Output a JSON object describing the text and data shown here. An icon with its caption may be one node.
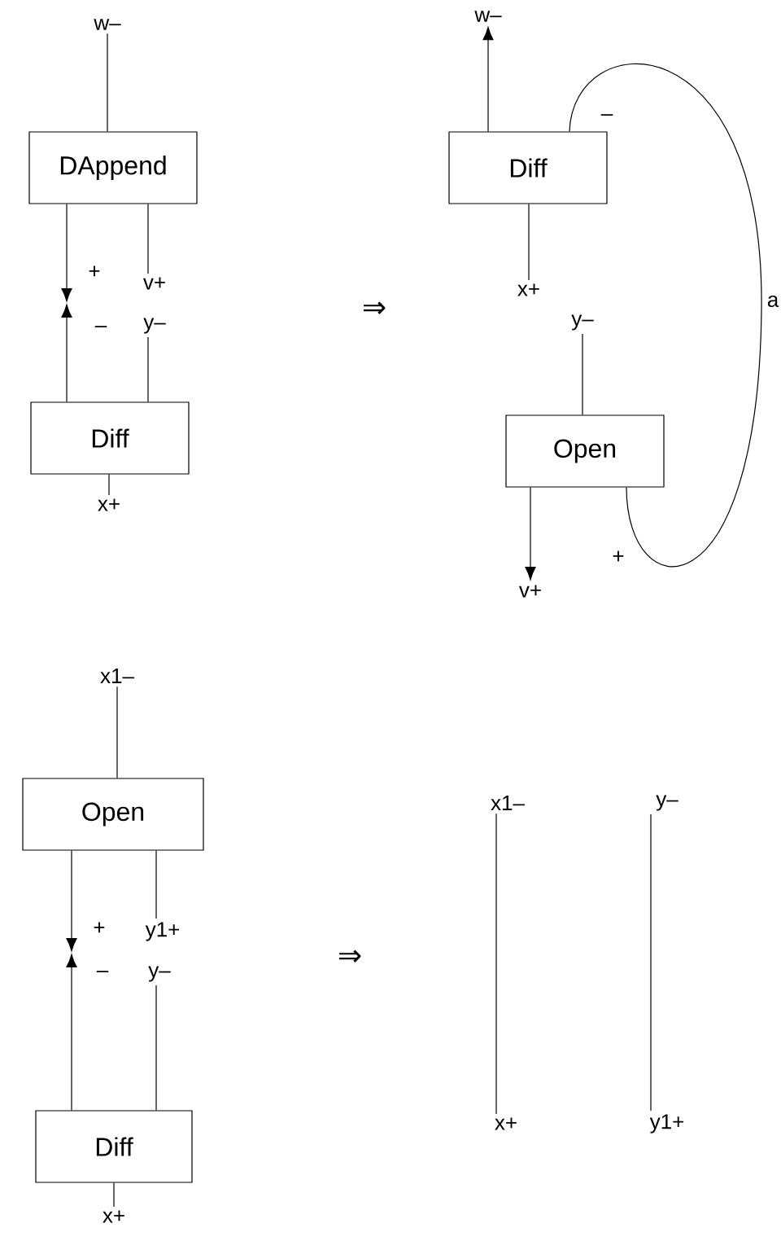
{
  "diagram": {
    "nodes": [
      {
        "text": [
          "w–"
        ]
      },
      {
        "text": [
          "DAppend"
        ]
      },
      {
        "text": [
          "v+"
        ]
      },
      {
        "text": [
          "y–"
        ]
      },
      {
        "text": [
          "Diff"
        ]
      },
      {
        "text": [
          "x+"
        ]
      },
      {
        "text": [
          "w–"
        ]
      },
      {
        "text": [
          "Diff"
        ]
      },
      {
        "text": [
          "x+"
        ]
      },
      {
        "text": [
          "y–"
        ]
      },
      {
        "text": [
          "Open"
        ]
      },
      {
        "text": [
          "v+"
        ]
      },
      {
        "text": [
          "x1–"
        ]
      },
      {
        "text": [
          "Open"
        ]
      },
      {
        "text": [
          "y1+"
        ]
      },
      {
        "text": [
          "y–"
        ]
      },
      {
        "text": [
          "Diff"
        ]
      },
      {
        "text": [
          "x+"
        ]
      },
      {
        "text": [
          "x1–"
        ]
      },
      {
        "text": [
          "y–"
        ]
      },
      {
        "text": [
          "x+"
        ]
      },
      {
        "text": [
          "y1+"
        ]
      },
      {
        "text": [
          "+"
        ]
      },
      {
        "text": [
          "–"
        ]
      },
      {
        "text": [
          "+"
        ]
      },
      {
        "text": [
          "–"
        ]
      }
    ],
    "edges": [
      {
        "from": 0,
        "to": 1,
        "arrow": "none"
      },
      {
        "from": 1,
        "to": 22,
        "arrow": "to"
      },
      {
        "from": 4,
        "to": 23,
        "arrow": "to"
      },
      {
        "from": 1,
        "to": 2,
        "arrow": "none"
      },
      {
        "from": 3,
        "to": 4,
        "arrow": "none"
      },
      {
        "from": 4,
        "to": 5,
        "arrow": "none"
      },
      {
        "from": 7,
        "to": 6,
        "arrow": "to"
      },
      {
        "from": 7,
        "to": 10,
        "arrow": "none",
        "label": "a"
      },
      {
        "from": 7,
        "to": 8,
        "arrow": "none"
      },
      {
        "from": 9,
        "to": 10,
        "arrow": "none"
      },
      {
        "from": 10,
        "to": 11,
        "arrow": "to"
      },
      {
        "from": 12,
        "to": 13,
        "arrow": "none"
      },
      {
        "from": 13,
        "to": 24,
        "arrow": "to"
      },
      {
        "from": 16,
        "to": 25,
        "arrow": "to"
      },
      {
        "from": 13,
        "to": 14,
        "arrow": "none"
      },
      {
        "from": 15,
        "to": 16,
        "arrow": "none"
      },
      {
        "from": 16,
        "to": 17,
        "arrow": "none"
      },
      {
        "from": 18,
        "to": 20,
        "arrow": "none"
      },
      {
        "from": 19,
        "to": 21,
        "arrow": "none"
      }
    ],
    "labels": [
      "⇒",
      "–",
      "+",
      "⇒"
    ]
  }
}
